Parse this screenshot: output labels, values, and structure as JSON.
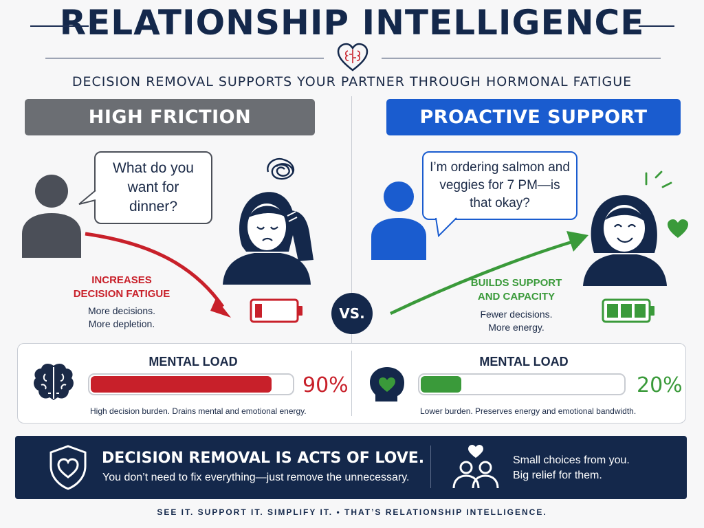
{
  "header": {
    "title": "RELATIONSHIP INTELLIGENCE",
    "subtitle": "DECISION REMOVAL SUPPORTS YOUR PARTNER THROUGH HORMONAL FATIGUE"
  },
  "left_panel": {
    "heading": "HIGH FRICTION",
    "bubble_text": "What do you want for dinner?",
    "effect_title_line1": "INCREASES",
    "effect_title_line2": "DECISION FATIGUE",
    "effect_desc_line1": "More decisions.",
    "effect_desc_line2": "More depletion."
  },
  "right_panel": {
    "heading": "PROACTIVE SUPPORT",
    "bubble_text": "I’m ordering salmon and veggies for 7 PM—is that okay?",
    "effect_title_line1": "BUILDS SUPPORT",
    "effect_title_line2": "AND CAPACITY",
    "effect_desc_line1": "Fewer decisions.",
    "effect_desc_line2": "More energy."
  },
  "vs_label": "VS.",
  "mental_load": {
    "left": {
      "title": "MENTAL LOAD",
      "percent_label": "90%",
      "value": 0.9,
      "description": "High decision burden.  Drains mental and emotional energy.",
      "color": "#c8202a"
    },
    "right": {
      "title": "MENTAL LOAD",
      "percent_label": "20%",
      "value": 0.2,
      "description": "Lower burden. Preserves energy and emotional bandwidth.",
      "color": "#3a9a3a"
    }
  },
  "banner": {
    "title": "DECISION REMOVAL IS ACTS OF LOVE.",
    "subtitle": "You don’t need to fix everything—just remove the unnecessary.",
    "right_line1": "Small choices from you.",
    "right_line2": "Big relief for them."
  },
  "footer": "SEE IT. SUPPORT IT. SIMPLIFY IT.  •  THAT’S RELATIONSHIP INTELLIGENCE.",
  "icons": [
    "brain-heart-icon",
    "thought-scribble-icon",
    "battery-low-icon",
    "battery-full-icon",
    "brain-icon",
    "head-heart-icon",
    "shield-heart-icon",
    "people-heart-icon",
    "sparkle-lines-icon",
    "heart-icon"
  ],
  "colors": {
    "navy": "#14284b",
    "friction_gray": "#6b6e73",
    "support_blue": "#1a5ccf",
    "red": "#c8202a",
    "green": "#3a9a3a"
  }
}
